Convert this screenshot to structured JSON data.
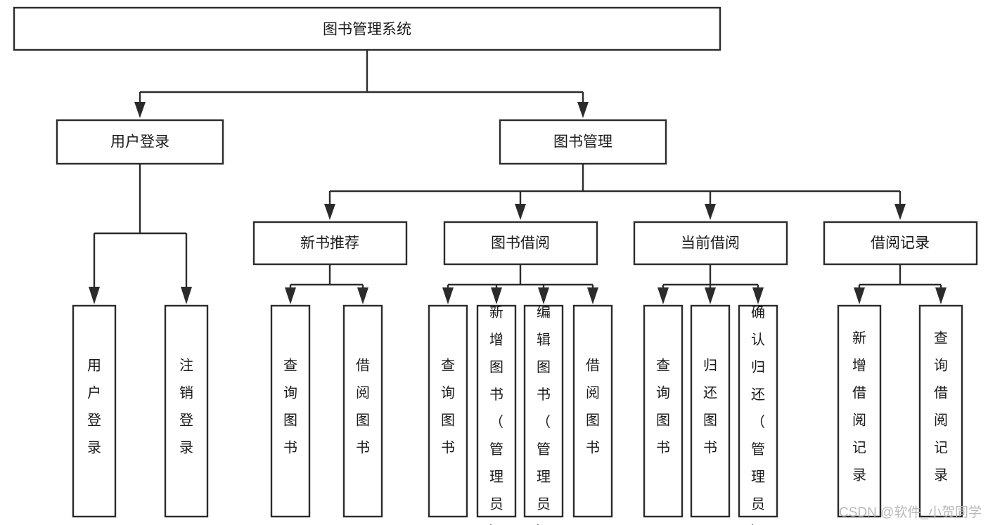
{
  "diagram": {
    "type": "hierarchy-tree",
    "title": "图书管理系统",
    "orientation": "top-down",
    "levels": 4,
    "root": {
      "id": "root",
      "label": "图书管理系统",
      "text_orientation": "horizontal"
    },
    "level2": [
      {
        "id": "user-login",
        "label": "用户登录",
        "text_orientation": "horizontal"
      },
      {
        "id": "book-manage",
        "label": "图书管理",
        "text_orientation": "horizontal"
      }
    ],
    "level3": [
      {
        "id": "new-book-rec",
        "label": "新书推荐",
        "parent": "book-manage",
        "text_orientation": "horizontal"
      },
      {
        "id": "book-borrow",
        "label": "图书借阅",
        "parent": "book-manage",
        "text_orientation": "horizontal"
      },
      {
        "id": "current-borrow",
        "label": "当前借阅",
        "parent": "book-manage",
        "text_orientation": "horizontal"
      },
      {
        "id": "borrow-record",
        "label": "借阅记录",
        "parent": "book-manage",
        "text_orientation": "horizontal"
      }
    ],
    "leaves": [
      {
        "id": "leaf-user-login",
        "label": "用户登录",
        "parent": "user-login",
        "text_orientation": "vertical"
      },
      {
        "id": "leaf-user-logout",
        "label": "注销登录",
        "parent": "user-login",
        "text_orientation": "vertical"
      },
      {
        "id": "leaf-query-book-1",
        "label": "查询图书",
        "parent": "new-book-rec",
        "text_orientation": "vertical"
      },
      {
        "id": "leaf-borrow-book-1",
        "label": "借阅图书",
        "parent": "new-book-rec",
        "text_orientation": "vertical"
      },
      {
        "id": "leaf-query-book-2",
        "label": "查询图书",
        "parent": "book-borrow",
        "text_orientation": "vertical"
      },
      {
        "id": "leaf-add-book",
        "label": "新增图书（管理员）",
        "parent": "book-borrow",
        "text_orientation": "vertical"
      },
      {
        "id": "leaf-edit-book",
        "label": "编辑图书（管理员）",
        "parent": "book-borrow",
        "text_orientation": "vertical"
      },
      {
        "id": "leaf-borrow-book-2",
        "label": "借阅图书",
        "parent": "book-borrow",
        "text_orientation": "vertical"
      },
      {
        "id": "leaf-query-book-3",
        "label": "查询图书",
        "parent": "current-borrow",
        "text_orientation": "vertical"
      },
      {
        "id": "leaf-return-book",
        "label": "归还图书",
        "parent": "current-borrow",
        "text_orientation": "vertical"
      },
      {
        "id": "leaf-confirm-return",
        "label": "确认归还（管理员）",
        "parent": "current-borrow",
        "text_orientation": "vertical"
      },
      {
        "id": "leaf-add-record",
        "label": "新增借阅记录",
        "parent": "borrow-record",
        "text_orientation": "vertical"
      },
      {
        "id": "leaf-query-record",
        "label": "查询借阅记录",
        "parent": "borrow-record",
        "text_orientation": "vertical"
      }
    ]
  },
  "watermark": {
    "text": "CSDN @软件_小贺同学"
  },
  "colors": {
    "stroke": "#2b2b2b",
    "fill": "#ffffff",
    "text": "#1a1a1a",
    "watermark": "#b9b9b9",
    "background": "#ffffff"
  }
}
